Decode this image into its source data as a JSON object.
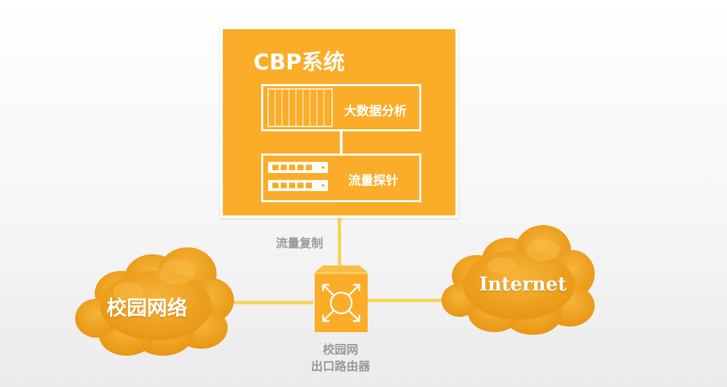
{
  "cbp_system": {
    "title": "CBP系统",
    "modules": {
      "analysis": "大数据分析",
      "probe": "流量探针"
    }
  },
  "links": {
    "mirror_label": "流量复制"
  },
  "router": {
    "label_line1": "校园网",
    "label_line2": "出口路由器"
  },
  "clouds": {
    "campus": "校园网络",
    "internet": "Internet"
  },
  "colors": {
    "primary_orange": "#fbac28",
    "cloud_orange": "#f2a420",
    "wire_yellow": "#f8d25f",
    "label_gray": "#9a9a9a",
    "white": "#ffffff"
  },
  "icons": {
    "analysis": "server-rack-icon",
    "probe": "network-switch-icon",
    "router": "router-arrows-icon"
  }
}
